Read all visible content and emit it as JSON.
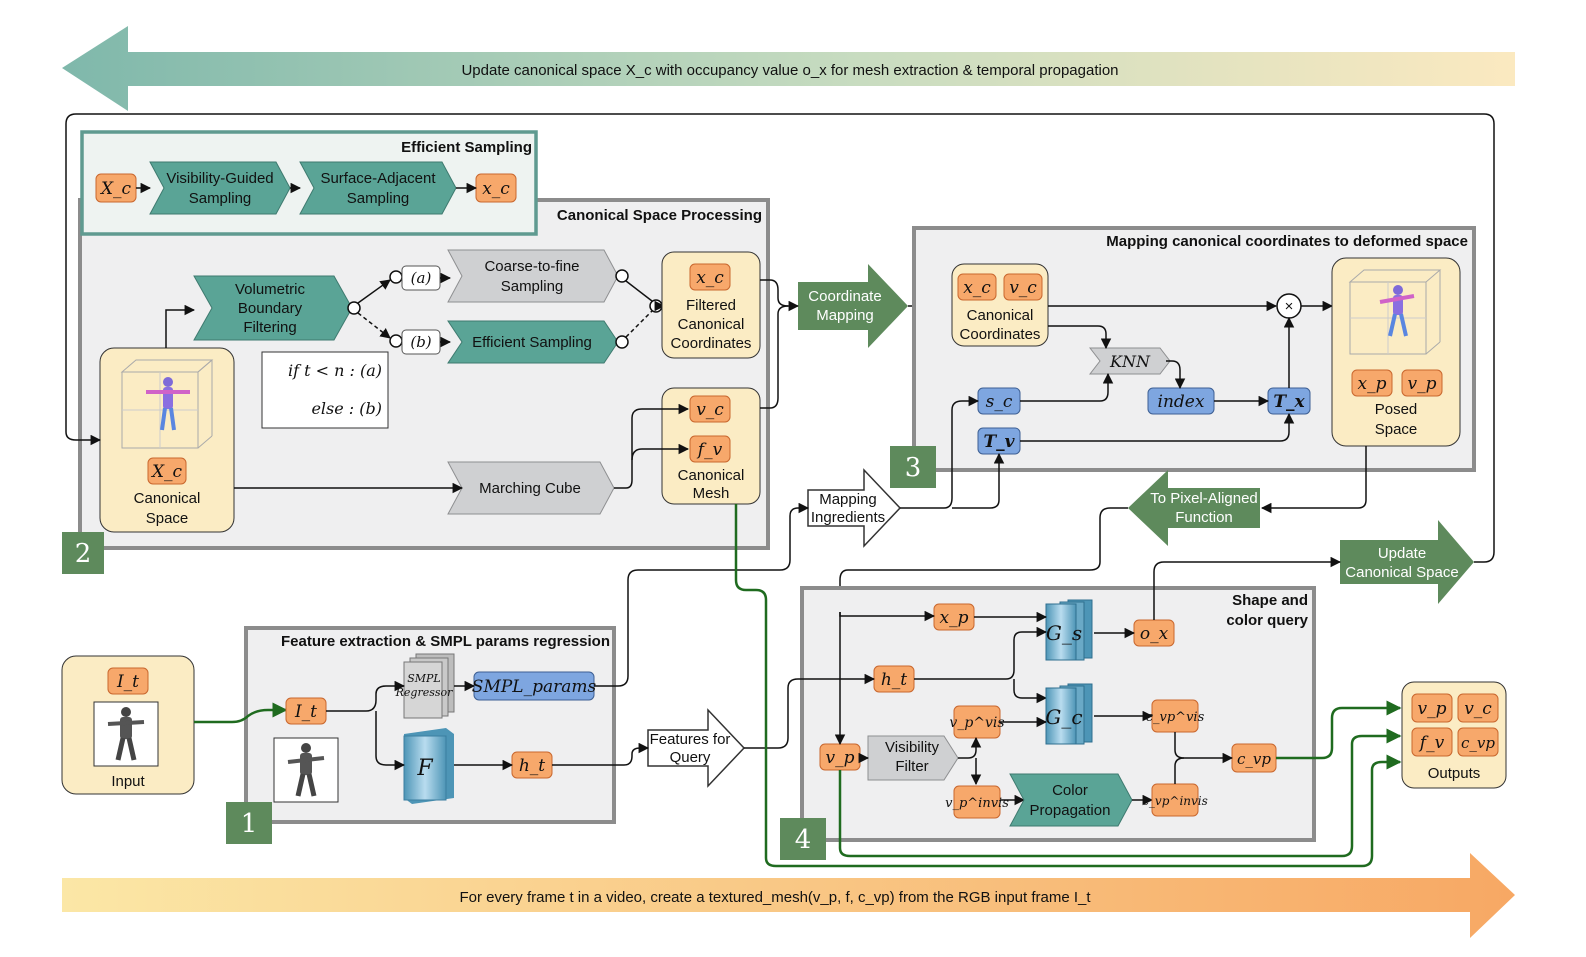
{
  "top_banner": "Update canonical space X_c with occupancy value o_x for mesh extraction & temporal propagation",
  "bottom_banner": "For every frame t in a video, create a textured_mesh(v_p, f, c_vp) from the RGB input frame I_t",
  "efficient_sampling": {
    "title": "Efficient Sampling",
    "input": "X_c",
    "step1": [
      "Visibility-Guided",
      "Sampling"
    ],
    "step2": [
      "Surface-Adjacent",
      "Sampling"
    ],
    "output": "x_c"
  },
  "canonical_processing": {
    "title": "Canonical Space Processing",
    "vbf": [
      "Volumetric",
      "Boundary",
      "Filtering"
    ],
    "branch_a": "(a)",
    "branch_b": "(b)",
    "coarse": [
      "Coarse-to-fine",
      "Sampling"
    ],
    "eff": "Efficient Sampling",
    "cond1": "if t < n : (a)",
    "cond2": "else : (b)",
    "filtered_var": "x_c",
    "filtered": [
      "Filtered",
      "Canonical",
      "Coordinates"
    ],
    "canonical_space_var": "X_c",
    "canonical_space": [
      "Canonical",
      "Space"
    ],
    "marching": "Marching Cube",
    "mesh_v": "v_c",
    "mesh_f": "f_v",
    "mesh": [
      "Canonical",
      "Mesh"
    ],
    "number": "2"
  },
  "coordinate_mapping": [
    "Coordinate",
    "Mapping"
  ],
  "mapping": {
    "title": "Mapping canonical coordinates to deformed space",
    "xc": "x_c",
    "vc": "v_c",
    "coords": [
      "Canonical",
      "Coordinates"
    ],
    "knn": "KNN",
    "index": "index",
    "sc": "s_c",
    "tv": "T_v",
    "tx": "T_x",
    "times": "×",
    "xp": "x_p",
    "vp": "v_p",
    "posed": [
      "Posed",
      "Space"
    ],
    "number": "3"
  },
  "mapping_ingredients": [
    "Mapping",
    "Ingredients"
  ],
  "pixel_aligned": [
    "To Pixel-Aligned",
    "Function"
  ],
  "update_canonical": [
    "Update",
    "Canonical Space"
  ],
  "input": {
    "var": "I_t",
    "label": "Input"
  },
  "feature": {
    "title": "Feature extraction & SMPL params regression",
    "it": "I_t",
    "regressor": [
      "SMPL",
      "Regressor"
    ],
    "params": "SMPL_params",
    "encoder": "F",
    "ht": "h_t",
    "number": "1"
  },
  "features_for_query": [
    "Features for",
    "Query"
  ],
  "shape_color": {
    "title": [
      "Shape and",
      "color query"
    ],
    "xp": "x_p",
    "gs": "G_s",
    "ox": "o_x",
    "ht": "h_t",
    "gc": "G_c",
    "vp_vis": "v_p^vis",
    "c_vis": "c_vp^vis",
    "vp": "v_p",
    "vis_filter": [
      "Visibility",
      "Filter"
    ],
    "vp_invis": "v_p^invis",
    "color_prop": [
      "Color",
      "Propagation"
    ],
    "c_invis": "c_vp^invis",
    "c_vp": "c_vp",
    "number": "4"
  },
  "outputs": {
    "items": [
      "v_p",
      "v_c",
      "f_v",
      "c_vp"
    ],
    "label": "Outputs"
  },
  "colors": {
    "orange": "#f7a86b",
    "cream": "#fbecc4",
    "teal": "#5aa496",
    "green": "#5e8a5c",
    "gray": "#cfd0d2",
    "blue": "#7ea6e0",
    "dark_green_line": "#1f6b1f"
  }
}
